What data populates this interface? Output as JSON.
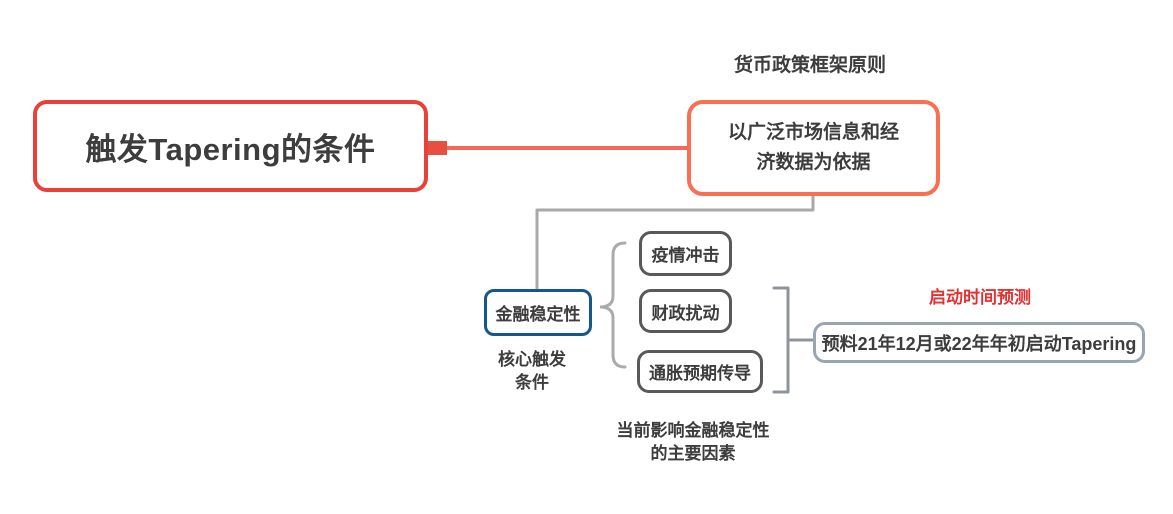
{
  "diagram": {
    "type": "mindmap",
    "root": {
      "label": "触发Tapering的条件"
    },
    "principle_label": "货币政策框架原则",
    "principle_node": {
      "label": "以广泛市场信息和经\n济数据为依据"
    },
    "stability_node": {
      "label": "金融稳定性"
    },
    "stability_note": "核心触发\n条件",
    "factors": [
      {
        "label": "疫情冲击"
      },
      {
        "label": "财政扰动"
      },
      {
        "label": "通胀预期传导"
      }
    ],
    "factors_note": "当前影响金融稳定性\n的主要因素",
    "summary_label": "启动时间预测",
    "summary_node": {
      "label": "预料21年12月或22年年初启动Tapering"
    }
  },
  "colors": {
    "root_border": "#e8413a",
    "connector_red": "#f4695c",
    "connector_handle": "#e94f41",
    "principle_border": "#fa6e51",
    "stability_border": "#15568d",
    "factor_border": "#595959",
    "gray_line": "#a9a9a9",
    "brace_gray": "#ababab",
    "bracket_gray": "#8f949c",
    "summary_border": "#9aa5b3",
    "label_red": "#e23333",
    "text": "#3d3d3d",
    "background": "#ffffff"
  }
}
